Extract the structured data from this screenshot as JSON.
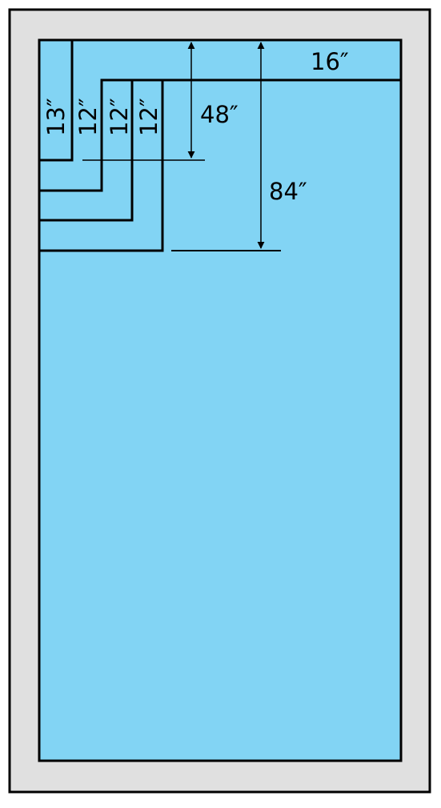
{
  "diagram": {
    "colors": {
      "deck": "#e0e0e0",
      "water": "#82d4f4",
      "line": "#000000"
    },
    "labels": {
      "top_step_width": "16″",
      "step_1": "13″",
      "step_2": "12″",
      "step_3": "12″",
      "step_4": "12″",
      "depth_48": "48″",
      "depth_84": "84″"
    }
  }
}
